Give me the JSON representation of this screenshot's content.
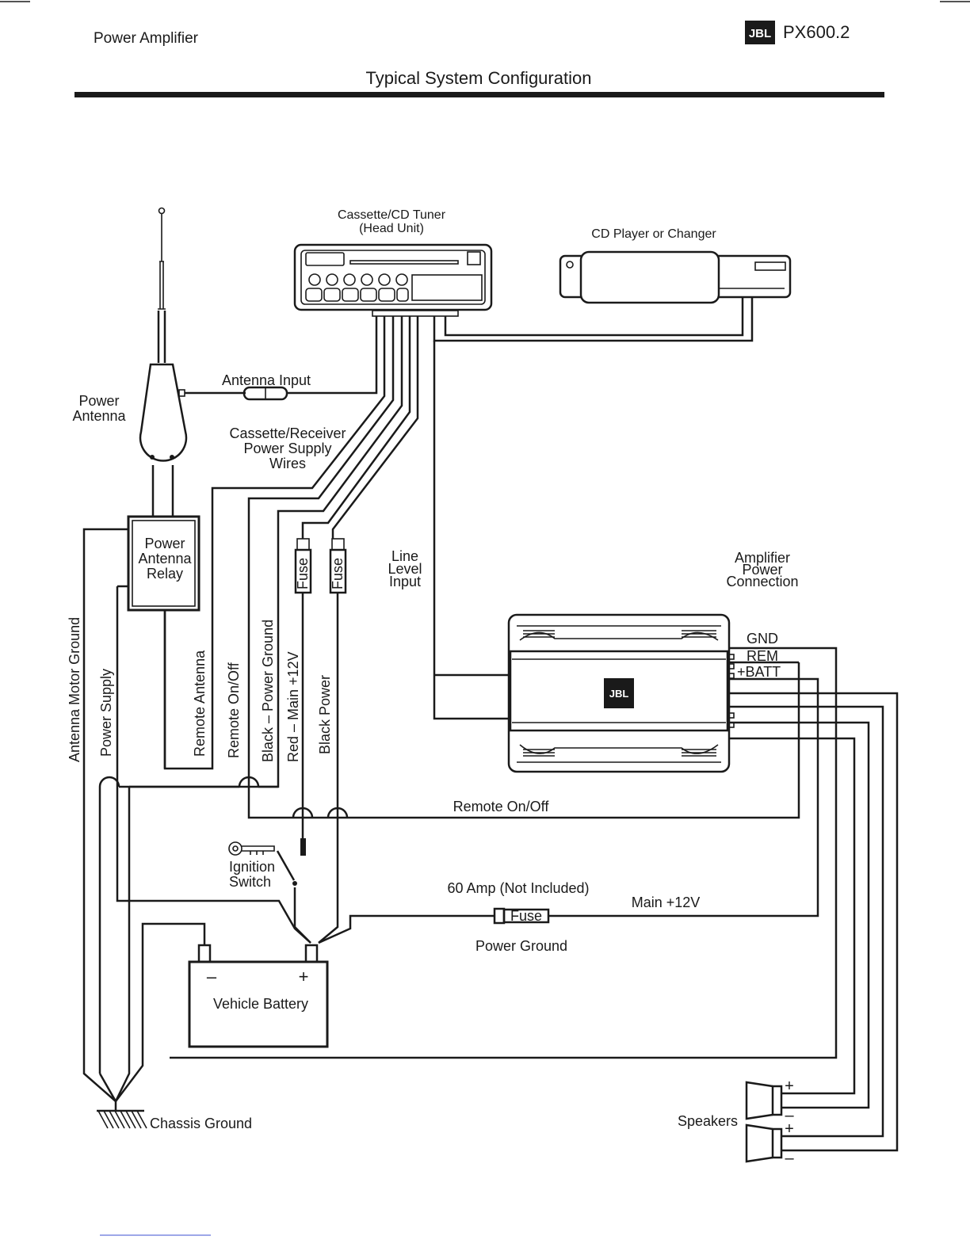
{
  "header": {
    "left_title": "Power  Amplifier",
    "brand_badge": "JBL",
    "model": "PX600.2",
    "page_title": "Typical System Configuration"
  },
  "labels": {
    "head_unit_line1": "Cassette/CD Tuner",
    "head_unit_line2": "(Head Unit)",
    "cd_changer": "CD Player or Changer",
    "antenna_input": "Antenna Input",
    "power_antenna_line1": "Power",
    "power_antenna_line2": "Antenna",
    "supply_wires_line1": "Cassette/Receiver",
    "supply_wires_line2": "Power Supply",
    "supply_wires_line3": "Wires",
    "relay_line1": "Power",
    "relay_line2": "Antenna",
    "relay_line3": "Relay",
    "fuse": "Fuse",
    "line_level_line1": "Line",
    "line_level_line2": "Level",
    "line_level_line3": "Input",
    "amp_conn_line1": "Amplifier",
    "amp_conn_line2": "Power",
    "amp_conn_line3": "Connection",
    "gnd": "GND",
    "rem": "REM",
    "batt": "+BATT",
    "amp_logo": "JBL",
    "antenna_motor_ground": "Antenna Motor Ground",
    "power_supply": "Power Supply",
    "remote_antenna": "Remote Antenna",
    "remote_on_off_vertical": "Remote On/Off",
    "black_power_ground": "Black – Power Ground",
    "red_main_12v": "Red – Main +12V",
    "black_power": "Black Power",
    "remote_on_off": "Remote On/Off",
    "ignition_line1": "Ignition",
    "ignition_line2": "Switch",
    "amp_fuse_rating": "60 Amp (Not Included)",
    "main_12v": "Main +12V",
    "power_ground": "Power Ground",
    "battery_minus": "–",
    "battery_plus": "+",
    "vehicle_battery": "Vehicle Battery",
    "chassis_ground": "Chassis Ground",
    "speakers": "Speakers",
    "speaker_plus": "+",
    "speaker_minus": "–"
  },
  "colors": {
    "ink": "#1a1a1a",
    "paper": "#ffffff"
  }
}
